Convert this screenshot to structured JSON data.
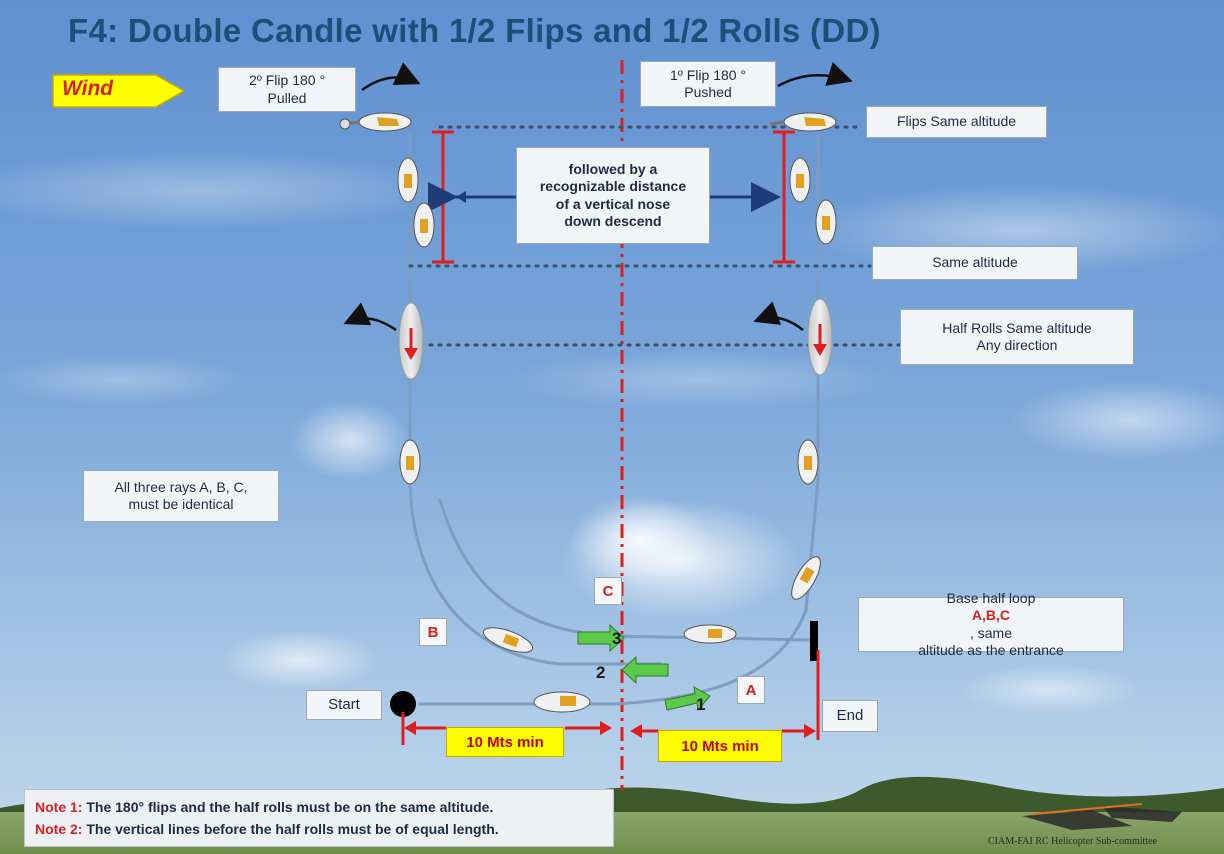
{
  "title": "F4: Double Candle with 1/2 Flips and 1/2 Rolls (DD)",
  "wind_label": "Wind",
  "flip2": {
    "line1": "2º Flip 180 °",
    "line2": "Pulled"
  },
  "flip1": {
    "line1": "1º Flip 180 °",
    "line2": "Pushed"
  },
  "flips_same_altitude": "Flips Same altitude",
  "descend_note": {
    "line1": "followed by a",
    "line2": "recognizable distance",
    "line3": "of a vertical nose",
    "line4": "down descend"
  },
  "same_altitude": "Same altitude",
  "half_rolls": {
    "line1": "Half Rolls Same altitude",
    "line2": "Any direction"
  },
  "rays_note": {
    "line1": "All three rays A, B, C,",
    "line2": "must be identical"
  },
  "base_loop": {
    "line1_pre": "Base half loop ",
    "line1_red": "A,B,C",
    "line1_post": ", same",
    "line2": "altitude as the entrance"
  },
  "labels": {
    "a": "A",
    "b": "B",
    "c": "C"
  },
  "pass_numbers": {
    "one": "1",
    "two": "2",
    "three": "3"
  },
  "start_label": "Start",
  "end_label": "End",
  "distance_left": "10 Mts min",
  "distance_right": "10 Mts min",
  "notes": [
    {
      "label": "Note 1:",
      "text": " The 180° flips and the half rolls must be on the same altitude."
    },
    {
      "label": "Note 2:",
      "text": " The vertical lines before the half rolls must be of equal length."
    }
  ],
  "credit": "CIAM-FAI RC Helicopter Sub-committee",
  "colors": {
    "title": "#1f4e79",
    "red": "#d42020",
    "path": "#7d9cc0",
    "yellow": "#ffff00",
    "arrow_blue": "#1f3b78",
    "green_arrow": "#5cc94a"
  }
}
